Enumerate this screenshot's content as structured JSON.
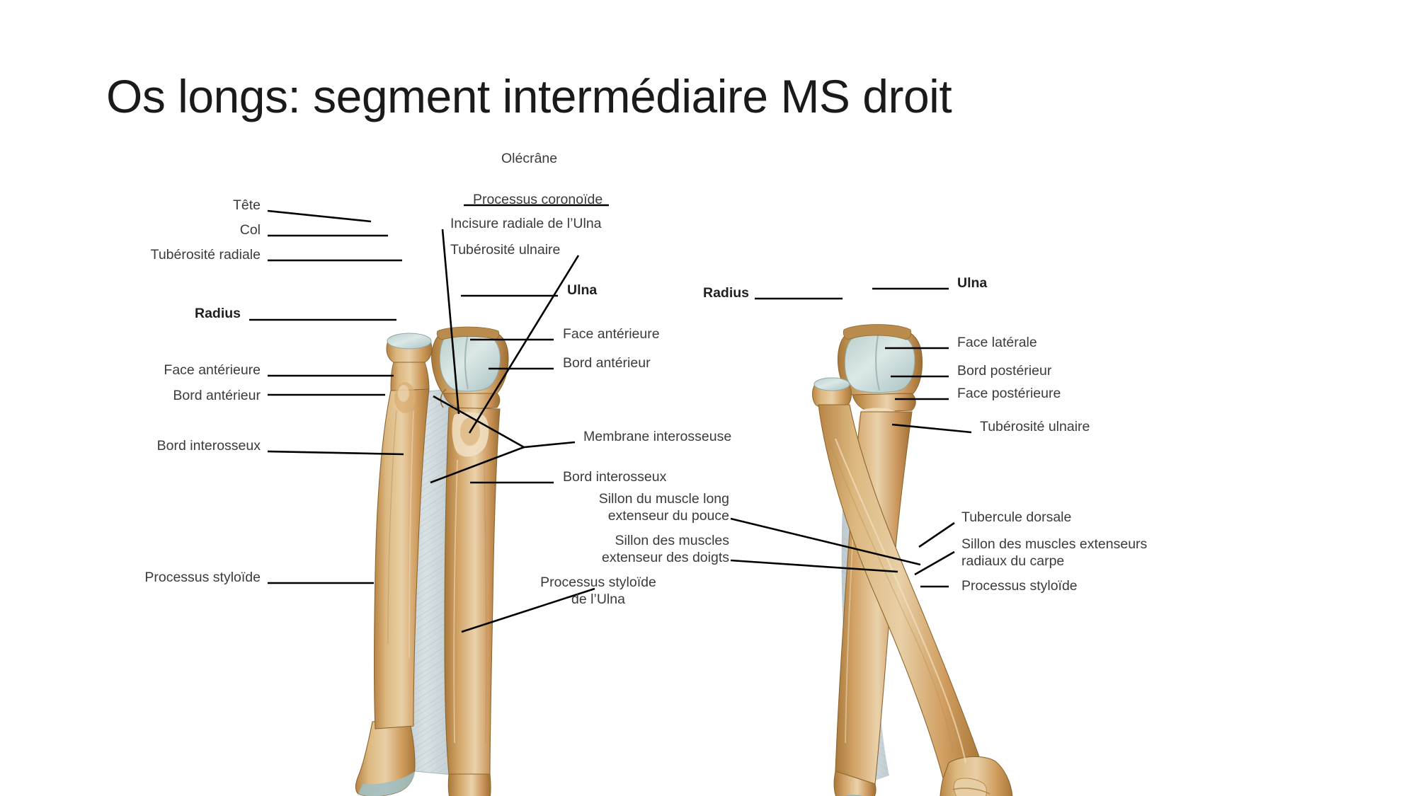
{
  "slide": {
    "title": "Os longs: segment intermédiaire MS droit",
    "background_color": "#ffffff",
    "text_color": "#3b3b3b"
  },
  "figure": {
    "name": "radius-ulna-anatomy-diagram",
    "views": [
      {
        "id": "anterior",
        "caption_hint": "vue antérieure (gauche)"
      },
      {
        "id": "posterior",
        "caption_hint": "vue postérieure (droite)"
      }
    ],
    "colors": {
      "bone": "#cf9c5e",
      "bone_light": "#e3c49a",
      "bone_shadow": "#a87838",
      "cartilage": "#c2d4d2",
      "cartilage_light": "#dfe9e7",
      "membrane": "#c6d2d6",
      "leader": "#000000"
    }
  },
  "labels": {
    "left_column": [
      {
        "id": "tete",
        "text": "Tête"
      },
      {
        "id": "col",
        "text": "Col"
      },
      {
        "id": "tuberosite-radiale",
        "text": "Tubérosité radiale"
      },
      {
        "id": "radius-left",
        "text": "Radius",
        "bold": true
      },
      {
        "id": "face-anterieure-radius",
        "text": "Face antérieure"
      },
      {
        "id": "bord-anterieur-radius",
        "text": "Bord antérieur"
      },
      {
        "id": "bord-interosseux-radius",
        "text": "Bord interosseux"
      },
      {
        "id": "processus-styloide-radius",
        "text": "Processus styloïde"
      }
    ],
    "center_column": [
      {
        "id": "olecrane",
        "text": "Olécrâne"
      },
      {
        "id": "processus-coronoide",
        "text": "Processus coronoïde"
      },
      {
        "id": "incisure-radiale",
        "text": "Incisure radiale de l’Ulna"
      },
      {
        "id": "tuberosite-ulnaire-ant",
        "text": "Tubérosité ulnaire"
      },
      {
        "id": "ulna-ant",
        "text": "Ulna",
        "bold": true
      },
      {
        "id": "face-anterieure-ulna",
        "text": "Face antérieure"
      },
      {
        "id": "bord-anterieur-ulna",
        "text": "Bord antérieur"
      },
      {
        "id": "membrane-interosseuse",
        "text": "Membrane interosseuse"
      },
      {
        "id": "bord-interosseux-ulna",
        "text": "Bord interosseux"
      },
      {
        "id": "sillon-long-extenseur-pouce",
        "line1": "Sillon du muscle long",
        "line2": "extenseur du pouce"
      },
      {
        "id": "sillon-extenseur-doigts",
        "line1": "Sillon des muscles",
        "line2": "extenseur des doigts"
      },
      {
        "id": "processus-styloide-ulna",
        "line1": "Processus styloïde",
        "line2": "de l’Ulna"
      }
    ],
    "right_column": [
      {
        "id": "tuberosite-ulnaire-post",
        "text": "Tubérosité ulnaire"
      },
      {
        "id": "ulna-post",
        "text": "Ulna",
        "bold": true
      },
      {
        "id": "radius-right",
        "text": "Radius",
        "bold": true
      },
      {
        "id": "face-laterale",
        "text": "Face latérale"
      },
      {
        "id": "bord-posterieur",
        "text": "Bord postérieur"
      },
      {
        "id": "face-posterieure",
        "text": "Face postérieure"
      },
      {
        "id": "tubercule-dorsale",
        "text": "Tubercule dorsale"
      },
      {
        "id": "sillon-extenseurs-radiaux",
        "line1": "Sillon des muscles extenseurs",
        "line2": "radiaux du carpe"
      },
      {
        "id": "processus-styloide-radius-post",
        "text": "Processus styloïde"
      }
    ]
  }
}
